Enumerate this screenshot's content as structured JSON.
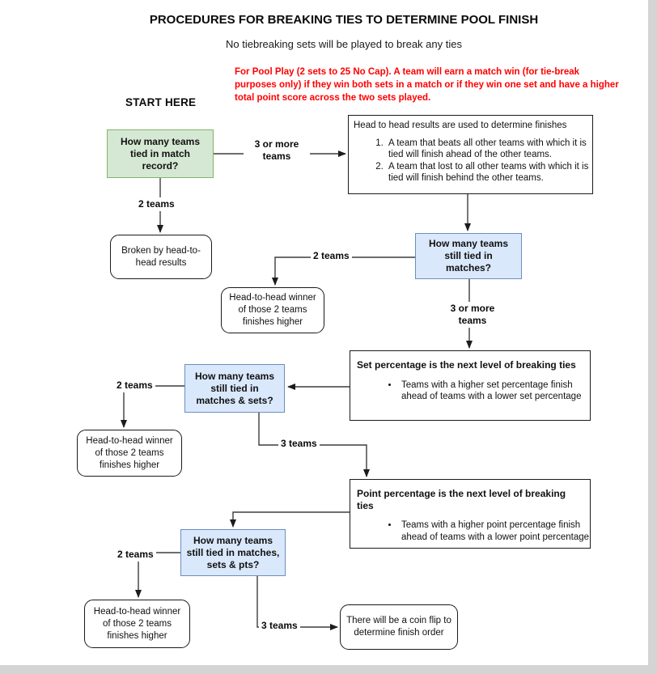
{
  "page": {
    "title": "PROCEDURES FOR BREAKING TIES TO DETERMINE POOL FINISH",
    "subtitle": "No tiebreaking sets will be played to break any ties",
    "note": "For Pool Play (2 sets to 25 No Cap). A team will earn a match win (for tie-break purposes only) if they win both sets in a match or if they win one set and have a higher total point score across the two sets played.",
    "start_label": "START HERE"
  },
  "colors": {
    "note_red": "#ff0000",
    "decision_green_fill": "#d5e8d4",
    "decision_green_border": "#82b366",
    "decision_blue_fill": "#dae8fc",
    "decision_blue_border": "#6c8ebf",
    "connector_line": "#3d3d3d"
  },
  "nodes": {
    "q_match_record": "How many teams tied in match record?",
    "h2h_info_heading": "Head to head results are used to determine finishes",
    "h2h_info_items": [
      "A team that beats all other teams with which it is tied will finish ahead of the other teams.",
      "A team that lost to all other teams with which it is tied will finish behind the other teams."
    ],
    "broken_by_h2h": "Broken by head-to-head results",
    "q_tied_matches": "How many teams still tied in matches?",
    "h2h_winner": "Head-to-head winner of those 2 teams finishes higher",
    "set_pct_heading": "Set percentage is the next level of breaking ties",
    "set_pct_bullet": "Teams with a higher set percentage finish ahead of teams with a lower set percentage",
    "q_tied_matches_sets": "How many teams still tied in matches & sets?",
    "point_pct_heading": "Point percentage is the next level of breaking ties",
    "point_pct_bullet": "Teams with a higher point percentage finish ahead of teams with a lower point percentage",
    "q_tied_matches_sets_pts": "How many teams still tied in matches, sets & pts?",
    "coin_flip": "There will be a coin flip to determine finish order"
  },
  "edge_labels": {
    "three_or_more": "3 or more teams",
    "two_teams": "2 teams",
    "three_teams": "3 teams"
  }
}
